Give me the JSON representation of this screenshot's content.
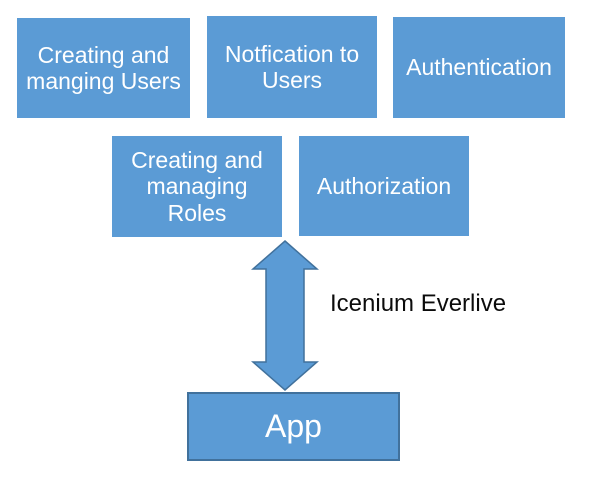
{
  "colors": {
    "background": "#FFFFFF",
    "box_fill": "#5B9BD5",
    "box_border": "#41719C",
    "box_text": "#FFFFFF",
    "label_text": "#0B0B0B"
  },
  "diagram": {
    "boxes": [
      {
        "id": "creating-managing-users",
        "label": "Creating and\nmanging Users"
      },
      {
        "id": "notification-to-users",
        "label": "Notfication to\nUsers"
      },
      {
        "id": "authentication",
        "label": "Authentication"
      },
      {
        "id": "creating-managing-roles",
        "label": "Creating and\nmanaging\nRoles"
      },
      {
        "id": "authorization",
        "label": "Authorization"
      },
      {
        "id": "app",
        "label": "App"
      }
    ],
    "connector": {
      "type": "double-headed-vertical-arrow",
      "from": "creating-managing-roles",
      "to": "app",
      "label": "Icenium Everlive"
    }
  }
}
